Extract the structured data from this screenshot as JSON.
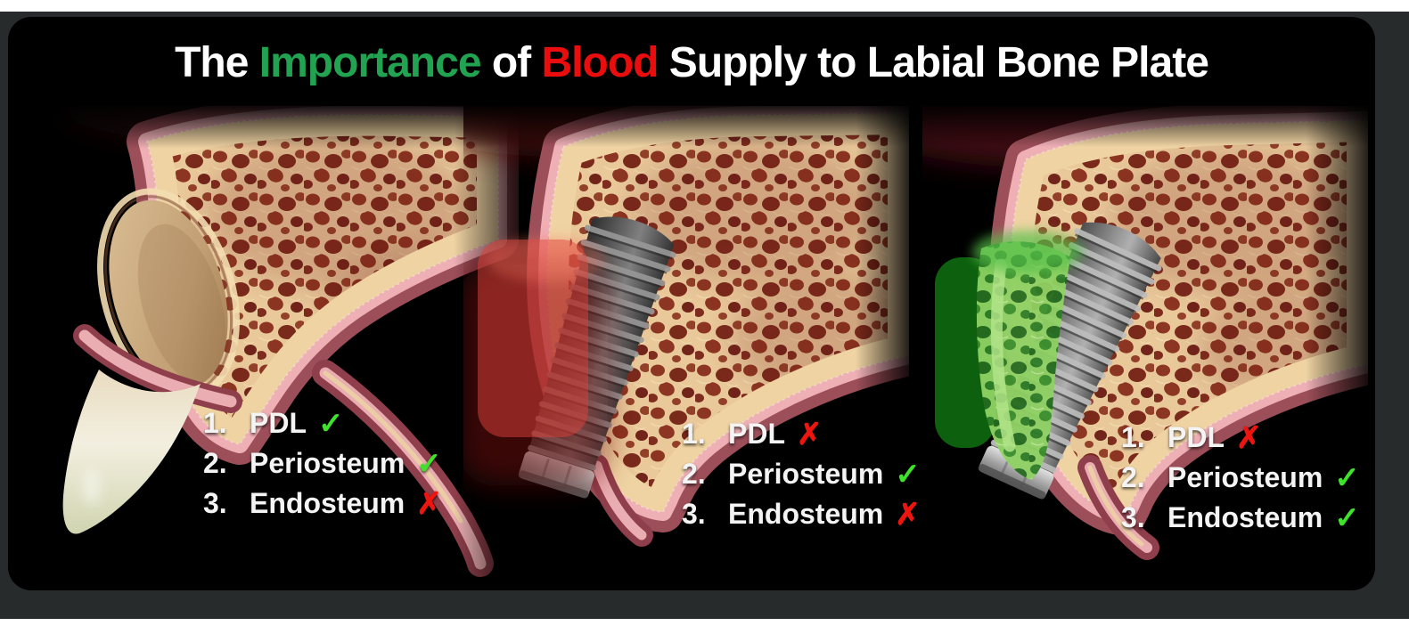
{
  "slide": {
    "background": "#000000",
    "frame_color": "#282b2c",
    "title": {
      "full_text": "The Importance of Blood Supply to Labial Bone Plate",
      "segments": [
        {
          "text": "The ",
          "color": "#ffffff"
        },
        {
          "text": "Importance",
          "color": "#21a351"
        },
        {
          "text": " of ",
          "color": "#ffffff"
        },
        {
          "text": "Blood",
          "color": "#ea0d0d"
        },
        {
          "text": " Supply to Labial Bone Plate",
          "color": "#ffffff"
        }
      ]
    },
    "marks": {
      "check_glyph": "✓",
      "cross_glyph": "✗",
      "check_color": "#3fe32b",
      "cross_color": "#ee1511"
    },
    "panels": [
      {
        "id": "natural-tooth",
        "items": [
          {
            "num": "1.",
            "label": "PDL",
            "mark": "check"
          },
          {
            "num": "2.",
            "label": "Periosteum",
            "mark": "check"
          },
          {
            "num": "3.",
            "label": "Endosteum",
            "mark": "cross"
          }
        ]
      },
      {
        "id": "implant-no-graft",
        "overlay_color": "#d8423a",
        "items": [
          {
            "num": "1.",
            "label": "PDL",
            "mark": "cross"
          },
          {
            "num": "2.",
            "label": "Periosteum",
            "mark": "check"
          },
          {
            "num": "3.",
            "label": "Endosteum",
            "mark": "cross"
          }
        ]
      },
      {
        "id": "implant-with-graft",
        "overlay_color": "#55c04a",
        "items": [
          {
            "num": "1.",
            "label": "PDL",
            "mark": "cross"
          },
          {
            "num": "2.",
            "label": "Periosteum",
            "mark": "check"
          },
          {
            "num": "3.",
            "label": "Endosteum",
            "mark": "check"
          }
        ]
      }
    ]
  }
}
